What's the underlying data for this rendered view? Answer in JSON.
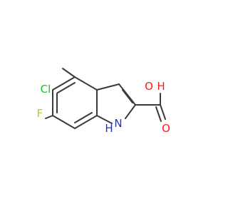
{
  "molecule": {
    "atoms": {
      "cl": {
        "text": "Cl",
        "color": "#1fbf1f"
      },
      "f": {
        "text": "F",
        "color": "#b3cc33"
      },
      "o_hydroxyl": {
        "text": "O",
        "color": "#ff1a1a"
      },
      "h_hydroxyl": {
        "text": "H",
        "color": "#ff1a1a"
      },
      "o_carbonyl": {
        "text": "O",
        "color": "#ff1a1a"
      },
      "n": {
        "text": "N",
        "color": "#2233bb"
      },
      "h_n": {
        "text": "H",
        "color": "#2233bb"
      }
    },
    "bond_color": "#3a3a3a"
  }
}
